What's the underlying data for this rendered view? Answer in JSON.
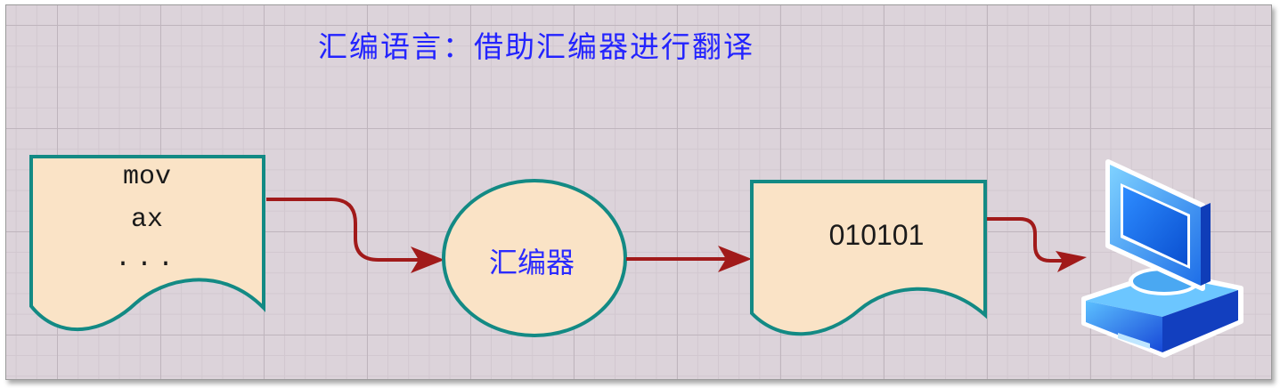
{
  "title": "汇编语言：借助汇编器进行翻译",
  "source_document": {
    "lines": [
      "mov",
      "ax",
      "..."
    ]
  },
  "assembler": {
    "label": "汇编器"
  },
  "binary_document": {
    "text": "010101"
  },
  "computer": {
    "icon": "computer-icon"
  },
  "colors": {
    "document_fill": "#fae3c6",
    "shape_border": "#138a84",
    "arrow": "#a11a1a",
    "title": "#2323ff"
  }
}
